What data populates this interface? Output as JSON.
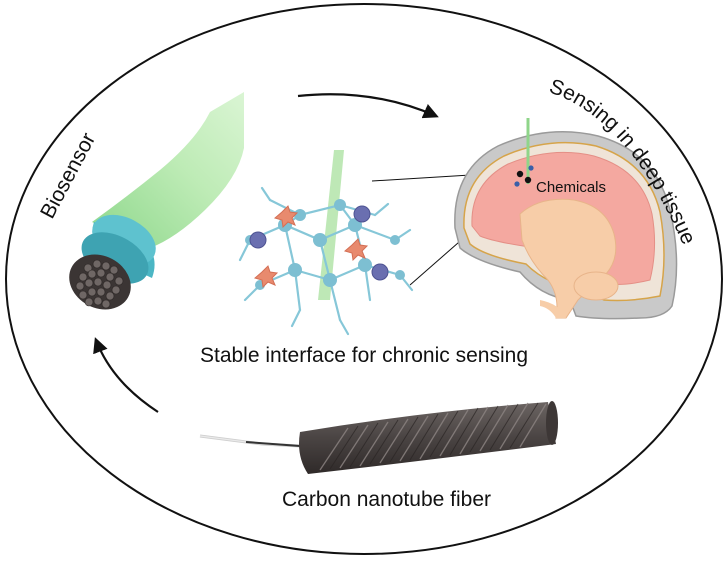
{
  "labels": {
    "biosensor": "Biosensor",
    "sensing_deep_tissue": "Sensing in deep tissue",
    "chemicals": "Chemicals",
    "stable_interface": "Stable interface for chronic sensing",
    "carbon_fiber": "Carbon nanotube fiber"
  },
  "icons": {
    "cycle_arrow_top": "arrow-right-icon",
    "cycle_arrow_left": "arrow-up-icon"
  },
  "colors": {
    "outline": "#111111",
    "coating": "#a9e3a3",
    "insulation": "#4bb6c4",
    "fiber_core": "#555050",
    "neuron": "#86c7d8",
    "astrocyte": "#e88a6e",
    "microglia": "#6a6fb0",
    "brain_cortex": "#f4a8a0",
    "brain_stem": "#f7cda8",
    "skull": "#bdbdbd"
  }
}
